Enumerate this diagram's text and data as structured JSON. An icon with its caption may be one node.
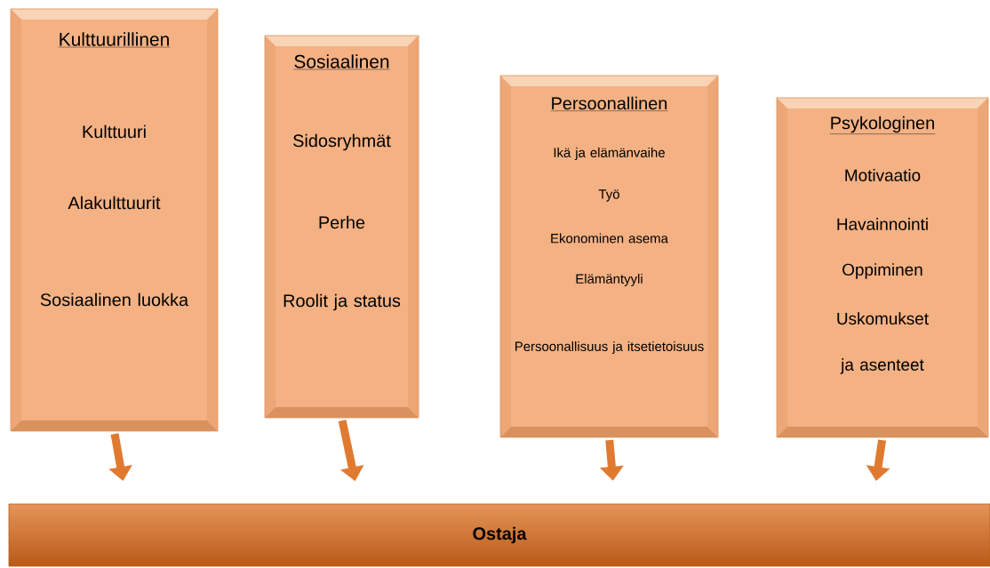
{
  "diagram": {
    "nodes": [
      {
        "text": [
          "Kulttuurillinen",
          "Kulttuuri",
          "Alakulttuurit",
          "Sosiaalinen luokka"
        ]
      },
      {
        "text": [
          "Sosiaalinen",
          "Sidosryhmät",
          "Perhe",
          "Roolit ja status"
        ]
      },
      {
        "text": [
          "Persoonallinen",
          "Ikä ja elämänvaihe",
          "Työ",
          "Ekonominen asema",
          "Elämäntyyli",
          "Persoonallisuus ja itsetietoisuus"
        ]
      },
      {
        "text": [
          "Psykologinen",
          "Motivaatio",
          "Havainnointi",
          "Oppiminen",
          "Uskomukset ja asenteet"
        ]
      },
      {
        "text": [
          "Ostaja"
        ]
      }
    ],
    "edges": [
      {
        "from": 0,
        "to": 4,
        "arrow": "to"
      },
      {
        "from": 1,
        "to": 4,
        "arrow": "to"
      },
      {
        "from": 2,
        "to": 4,
        "arrow": "to"
      },
      {
        "from": 3,
        "to": 4,
        "arrow": "to"
      }
    ]
  }
}
